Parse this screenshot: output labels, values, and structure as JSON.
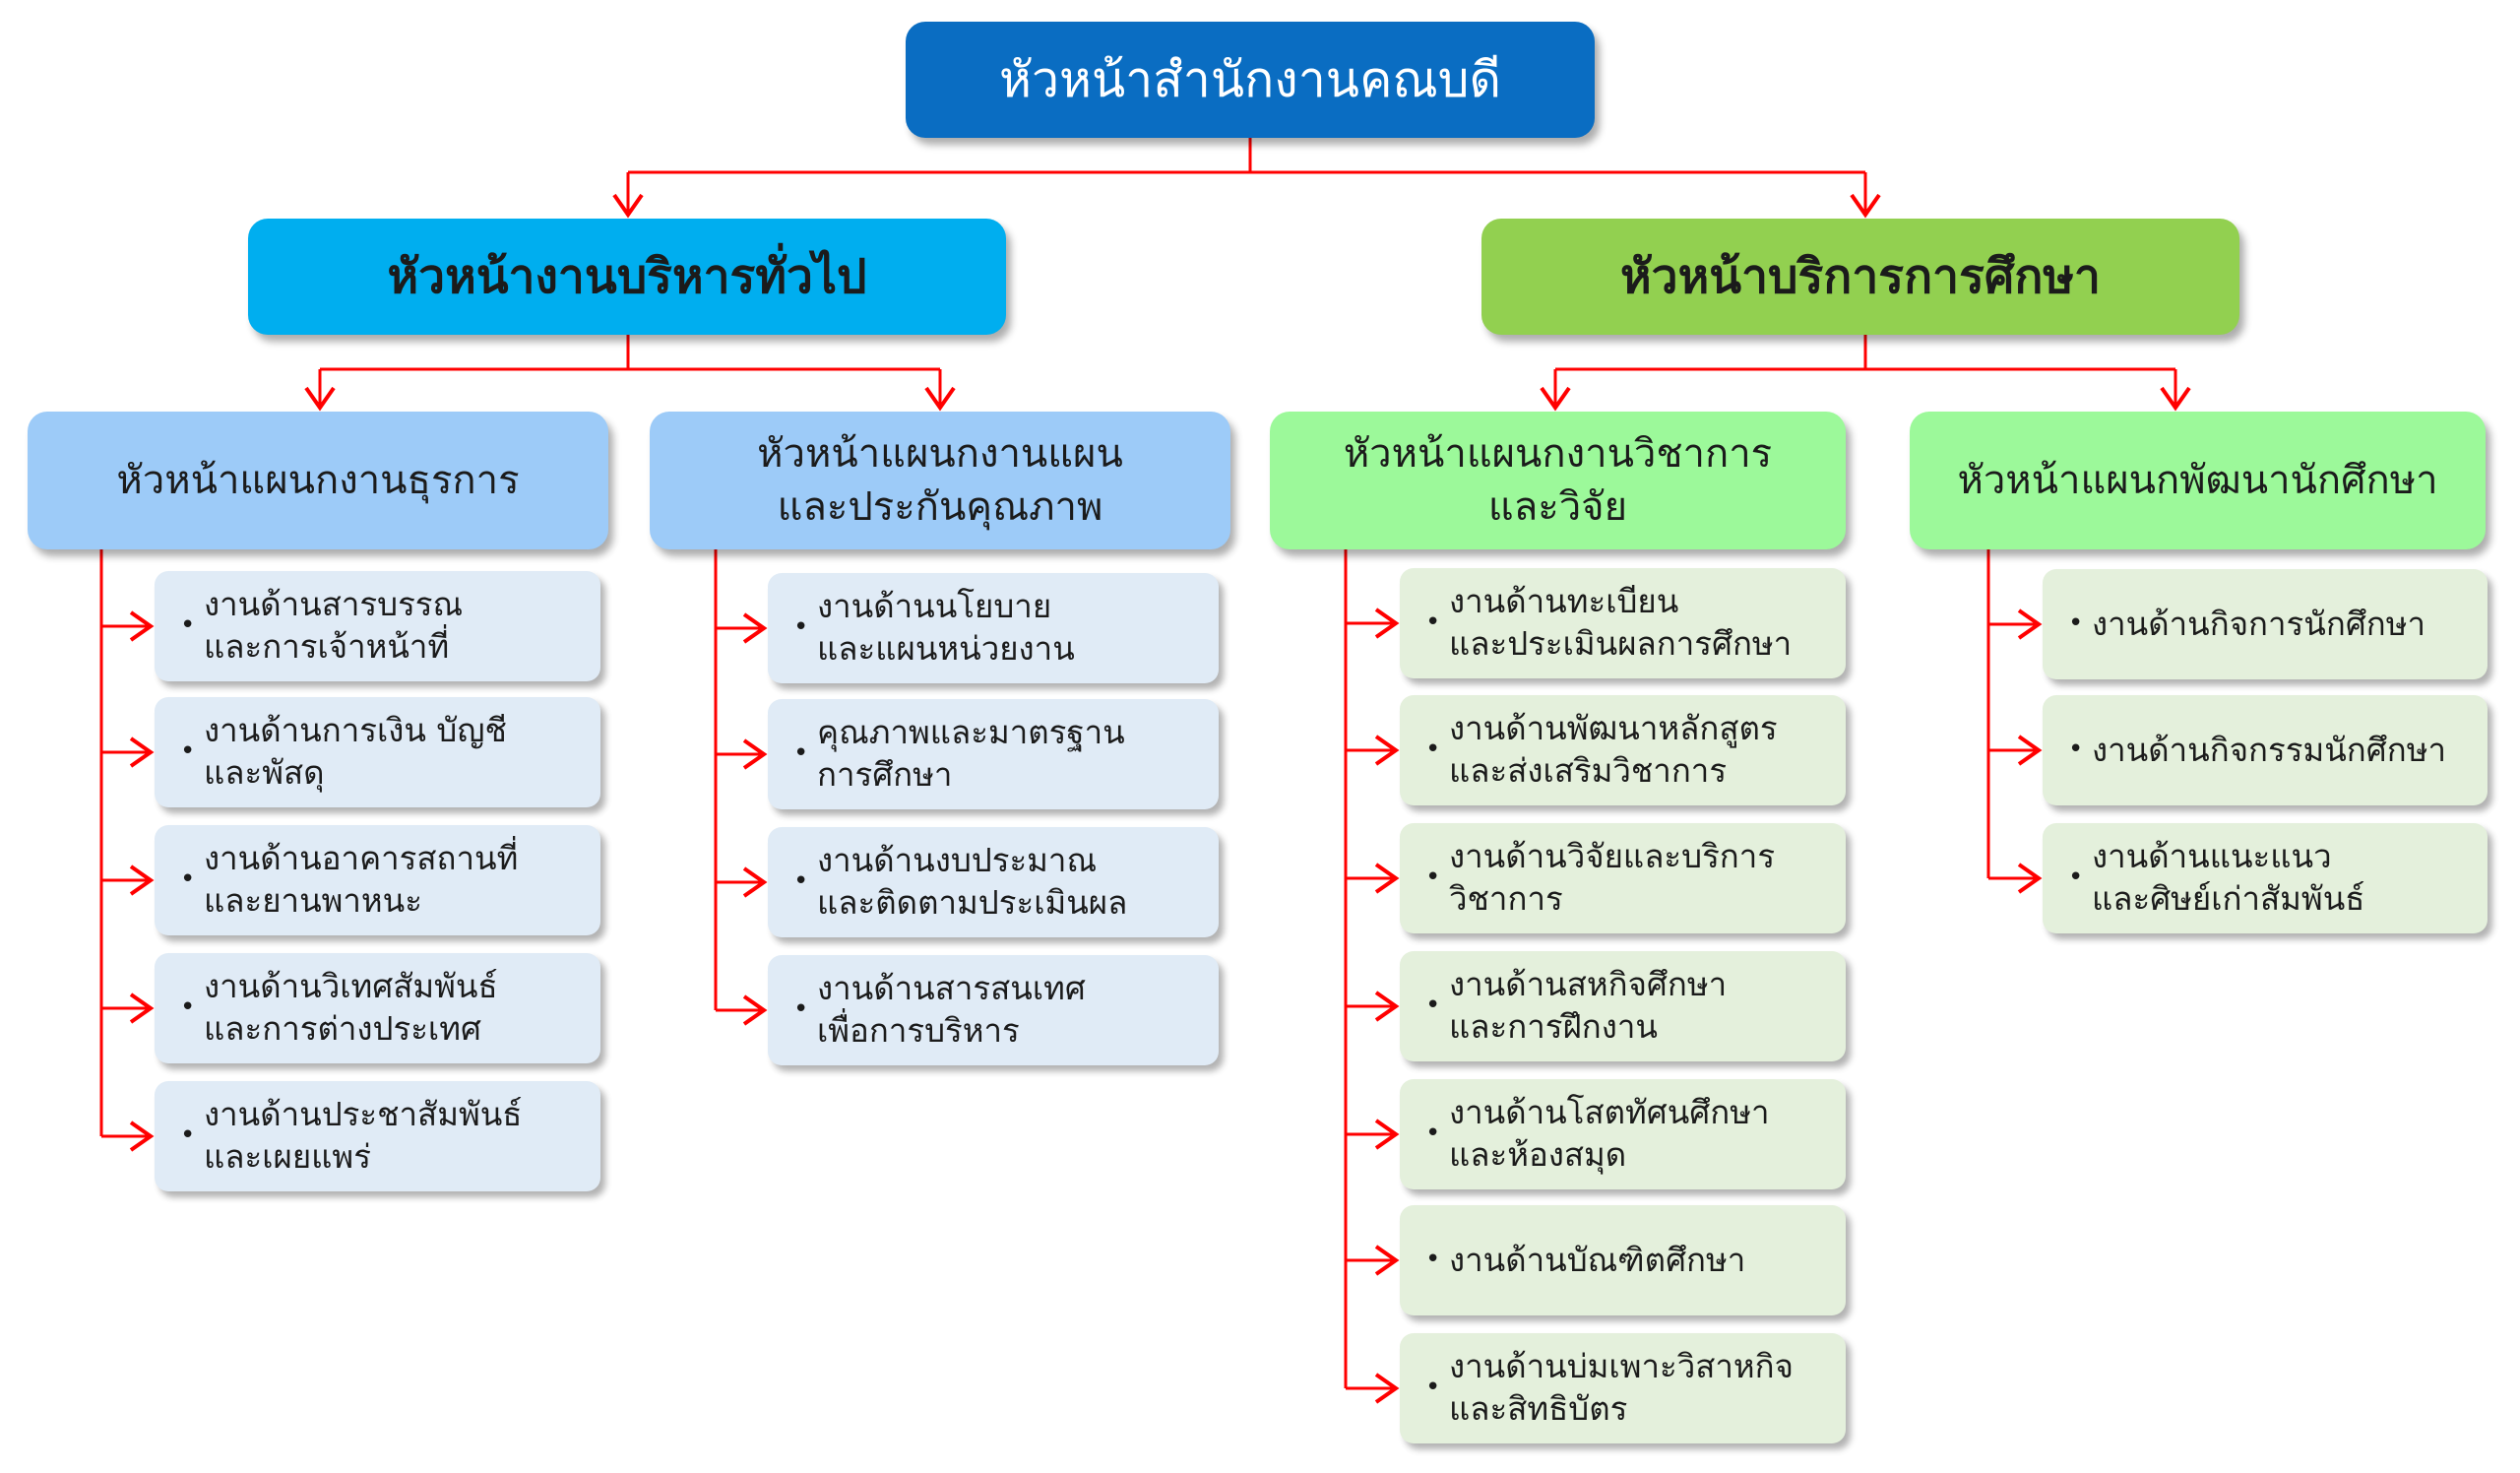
{
  "root": {
    "label": "หัวหน้าสำนักงานคณบดี"
  },
  "divisions": [
    {
      "label": "หัวหน้างานบริหารทั่วไป",
      "sections": [
        {
          "label": "หัวหน้าแผนกงานธุรการ",
          "items": [
            "งานด้านสารบรรณ\nและการเจ้าหน้าที่",
            "งานด้านการเงิน บัญชี\nและพัสดุ",
            "งานด้านอาคารสถานที่\nและยานพาหนะ",
            "งานด้านวิเทศสัมพันธ์\nและการต่างประเทศ",
            "งานด้านประชาสัมพันธ์\nและเผยแพร่"
          ]
        },
        {
          "label": "หัวหน้าแผนกงานแผน\nและประกันคุณภาพ",
          "items": [
            "งานด้านนโยบาย\nและแผนหน่วยงาน",
            "คุณภาพและมาตรฐาน\nการศึกษา",
            "งานด้านงบประมาณ\nและติดตามประเมินผล",
            "งานด้านสารสนเทศ\nเพื่อการบริหาร"
          ]
        }
      ]
    },
    {
      "label": "หัวหน้าบริการการศึกษา",
      "sections": [
        {
          "label": "หัวหน้าแผนกงานวิชาการ\nและวิจัย",
          "items": [
            "งานด้านทะเบียน\nและประเมินผลการศึกษา",
            "งานด้านพัฒนาหลักสูตร\nและส่งเสริมวิชาการ",
            "งานด้านวิจัยและบริการ\nวิชาการ",
            "งานด้านสหกิจศึกษา\nและการฝึกงาน",
            "งานด้านโสตทัศนศึกษา\nและห้องสมุด",
            "งานด้านบัณฑิตศึกษา",
            "งานด้านบ่มเพาะวิสาหกิจ\nและสิทธิบัตร"
          ]
        },
        {
          "label": "หัวหน้าแผนกพัฒนานักศึกษา",
          "items": [
            "งานด้านกิจการนักศึกษา",
            "งานด้านกิจกรรมนักศึกษา",
            "งานด้านแนะแนว\nและศิษย์เก่าสัมพันธ์"
          ]
        }
      ]
    }
  ],
  "colors": {
    "root": "#0a6dc2",
    "division_admin": "#00aeef",
    "division_education": "#92d050",
    "section_admin": "#9dcbf8",
    "section_education": "#9cf99a",
    "leaf_admin": "#e0ebf6",
    "leaf_education": "#e4f0dc",
    "connector": "#ff0000"
  }
}
